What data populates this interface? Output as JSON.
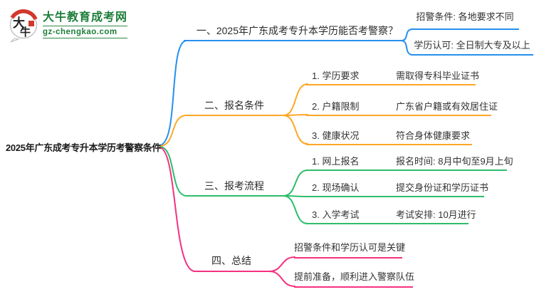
{
  "logo": {
    "title": "大牛教育成考网",
    "domain": "gz-chengkao.com",
    "icon_chars": "大牛"
  },
  "root": {
    "title": "2025年广东成考专升本学历考警察条件"
  },
  "colors": {
    "branch1": "#2590ee",
    "branch2": "#ffa726",
    "branch3": "#2ebd6b",
    "branch4": "#f5317f",
    "logo_green": "#1e7e3a"
  },
  "branches": [
    {
      "label": "一、2025年广东成考专升本学历能否考警察？",
      "children": [
        {
          "text": "招警条件: 各地要求不同"
        },
        {
          "text": "学历认可: 全日制大专及以上"
        }
      ]
    },
    {
      "label": "二、报名条件",
      "children": [
        {
          "label": "1. 学历要求",
          "value": "需取得专科毕业证书"
        },
        {
          "label": "2. 户籍限制",
          "value": "广东省户籍或有效居住证"
        },
        {
          "label": "3. 健康状况",
          "value": "符合身体健康要求"
        }
      ]
    },
    {
      "label": "三、报考流程",
      "children": [
        {
          "label": "1. 网上报名",
          "value": "报名时间: 8月中旬至9月上旬"
        },
        {
          "label": "2. 现场确认",
          "value": "提交身份证和学历证书"
        },
        {
          "label": "3. 入学考试",
          "value": "考试安排: 10月进行"
        }
      ]
    },
    {
      "label": "四、总结",
      "children": [
        {
          "text": "招警条件和学历认可是关键"
        },
        {
          "text": "提前准备，顺利进入警察队伍"
        }
      ]
    }
  ]
}
